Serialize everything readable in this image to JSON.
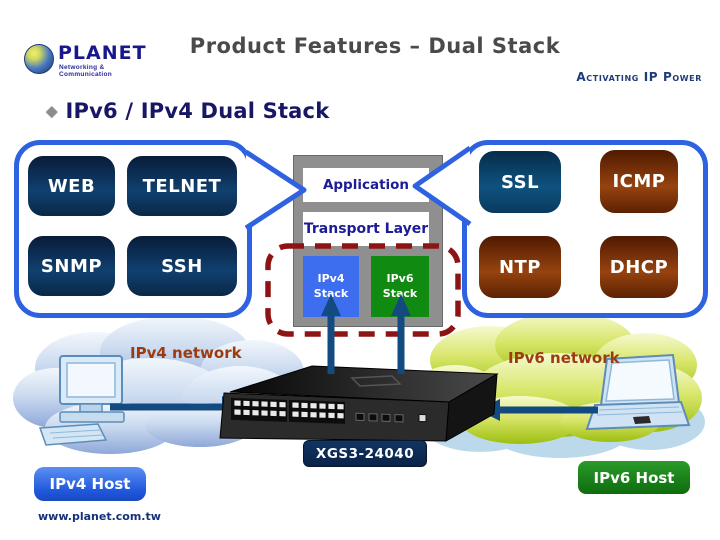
{
  "header": {
    "logo": {
      "name": "PLANET",
      "tagline": "Networking & Communication"
    },
    "title": "Product Features – Dual Stack",
    "slogan": "Activating IP Power"
  },
  "heading": {
    "bullet": "◆",
    "text": "IPv6 / IPv4 Dual Stack"
  },
  "management_panel": {
    "items": [
      "WEB",
      "TELNET",
      "SNMP",
      "SSH"
    ]
  },
  "services_panel": {
    "items": [
      "SSL",
      "ICMP",
      "NTP",
      "DHCP"
    ]
  },
  "stack_diagram": {
    "application": "Application",
    "transport": "Transport Layer",
    "ipv4_stack": {
      "line1": "IPv4",
      "line2": "Stack"
    },
    "ipv6_stack": {
      "line1": "IPv6",
      "line2": "Stack"
    }
  },
  "network": {
    "ipv4_cloud": "IPv4 network",
    "ipv6_cloud": "IPv6 network",
    "switch_model": "XGS3-24040",
    "ipv4_host": "IPv4 Host",
    "ipv6_host": "IPv6 Host"
  },
  "footer": {
    "website": "www.planet.com.tw"
  },
  "colors": {
    "callout_border": "#2e62e0",
    "navy_box": "#10406f",
    "ssl_box": "#0f527f",
    "brown_box": "#96430f",
    "stack_gray": "#8f8f8f",
    "ipv4_stack_blue": "#3d6ef0",
    "ipv6_stack_green": "#118a11",
    "dashed_border_red": "#8e1414",
    "heading_navy": "#171766",
    "title_gray": "#4a4a4a",
    "arrow_navy": "#134a80",
    "cloud_label_brown": "#9c3a10",
    "ipv4_host_blue": "#2b63e4",
    "ipv6_host_green": "#158015"
  }
}
